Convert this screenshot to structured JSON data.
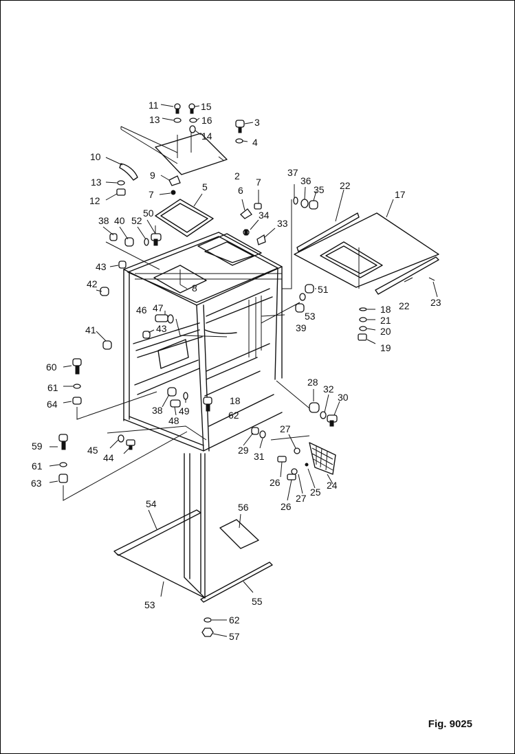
{
  "figure": {
    "label": "Fig. 9025"
  },
  "callouts": [
    {
      "id": "c11",
      "text": "11"
    },
    {
      "id": "c15",
      "text": "15"
    },
    {
      "id": "c13a",
      "text": "13"
    },
    {
      "id": "c16",
      "text": "16"
    },
    {
      "id": "c3",
      "text": "3"
    },
    {
      "id": "c14",
      "text": "14"
    },
    {
      "id": "c4",
      "text": "4"
    },
    {
      "id": "c10",
      "text": "10"
    },
    {
      "id": "c2",
      "text": "2"
    },
    {
      "id": "c9",
      "text": "9"
    },
    {
      "id": "c13b",
      "text": "13"
    },
    {
      "id": "c37",
      "text": "37"
    },
    {
      "id": "c36",
      "text": "36"
    },
    {
      "id": "c35",
      "text": "35"
    },
    {
      "id": "c22a",
      "text": "22"
    },
    {
      "id": "c17",
      "text": "17"
    },
    {
      "id": "c12",
      "text": "12"
    },
    {
      "id": "c7a",
      "text": "7"
    },
    {
      "id": "c5",
      "text": "5"
    },
    {
      "id": "c6",
      "text": "6"
    },
    {
      "id": "c7b",
      "text": "7"
    },
    {
      "id": "c50",
      "text": "50"
    },
    {
      "id": "c34",
      "text": "34"
    },
    {
      "id": "c38a",
      "text": "38"
    },
    {
      "id": "c40",
      "text": "40"
    },
    {
      "id": "c52",
      "text": "52"
    },
    {
      "id": "c33",
      "text": "33"
    },
    {
      "id": "c43a",
      "text": "43"
    },
    {
      "id": "c42",
      "text": "42"
    },
    {
      "id": "c8a",
      "text": "8"
    },
    {
      "id": "c51",
      "text": "51"
    },
    {
      "id": "c53a",
      "text": "53"
    },
    {
      "id": "c39",
      "text": "39"
    },
    {
      "id": "c18a",
      "text": "18"
    },
    {
      "id": "c21",
      "text": "21"
    },
    {
      "id": "c20",
      "text": "20"
    },
    {
      "id": "c19",
      "text": "19"
    },
    {
      "id": "c22b",
      "text": "22"
    },
    {
      "id": "c23",
      "text": "23"
    },
    {
      "id": "c47",
      "text": "47"
    },
    {
      "id": "c46",
      "text": "46"
    },
    {
      "id": "c43b",
      "text": "43"
    },
    {
      "id": "c41",
      "text": "41"
    },
    {
      "id": "c60",
      "text": "60"
    },
    {
      "id": "c61a",
      "text": "61"
    },
    {
      "id": "c64",
      "text": "64"
    },
    {
      "id": "c28",
      "text": "28"
    },
    {
      "id": "c32",
      "text": "32"
    },
    {
      "id": "c30",
      "text": "30"
    },
    {
      "id": "c38b",
      "text": "38"
    },
    {
      "id": "c48",
      "text": "48"
    },
    {
      "id": "c49",
      "text": "49"
    },
    {
      "id": "c18b",
      "text": "18"
    },
    {
      "id": "c62a",
      "text": "62"
    },
    {
      "id": "c45",
      "text": "45"
    },
    {
      "id": "c44",
      "text": "44"
    },
    {
      "id": "c59",
      "text": "59"
    },
    {
      "id": "c61b",
      "text": "61"
    },
    {
      "id": "c63",
      "text": "63"
    },
    {
      "id": "c27a",
      "text": "27"
    },
    {
      "id": "c29",
      "text": "29"
    },
    {
      "id": "c31",
      "text": "31"
    },
    {
      "id": "c26a",
      "text": "26"
    },
    {
      "id": "c25",
      "text": "25"
    },
    {
      "id": "c24",
      "text": "24"
    },
    {
      "id": "c27b",
      "text": "27"
    },
    {
      "id": "c26b",
      "text": "26"
    },
    {
      "id": "c54",
      "text": "54"
    },
    {
      "id": "c56",
      "text": "56"
    },
    {
      "id": "c53b",
      "text": "53"
    },
    {
      "id": "c55",
      "text": "55"
    },
    {
      "id": "c62b",
      "text": "62"
    },
    {
      "id": "c57",
      "text": "57"
    }
  ]
}
